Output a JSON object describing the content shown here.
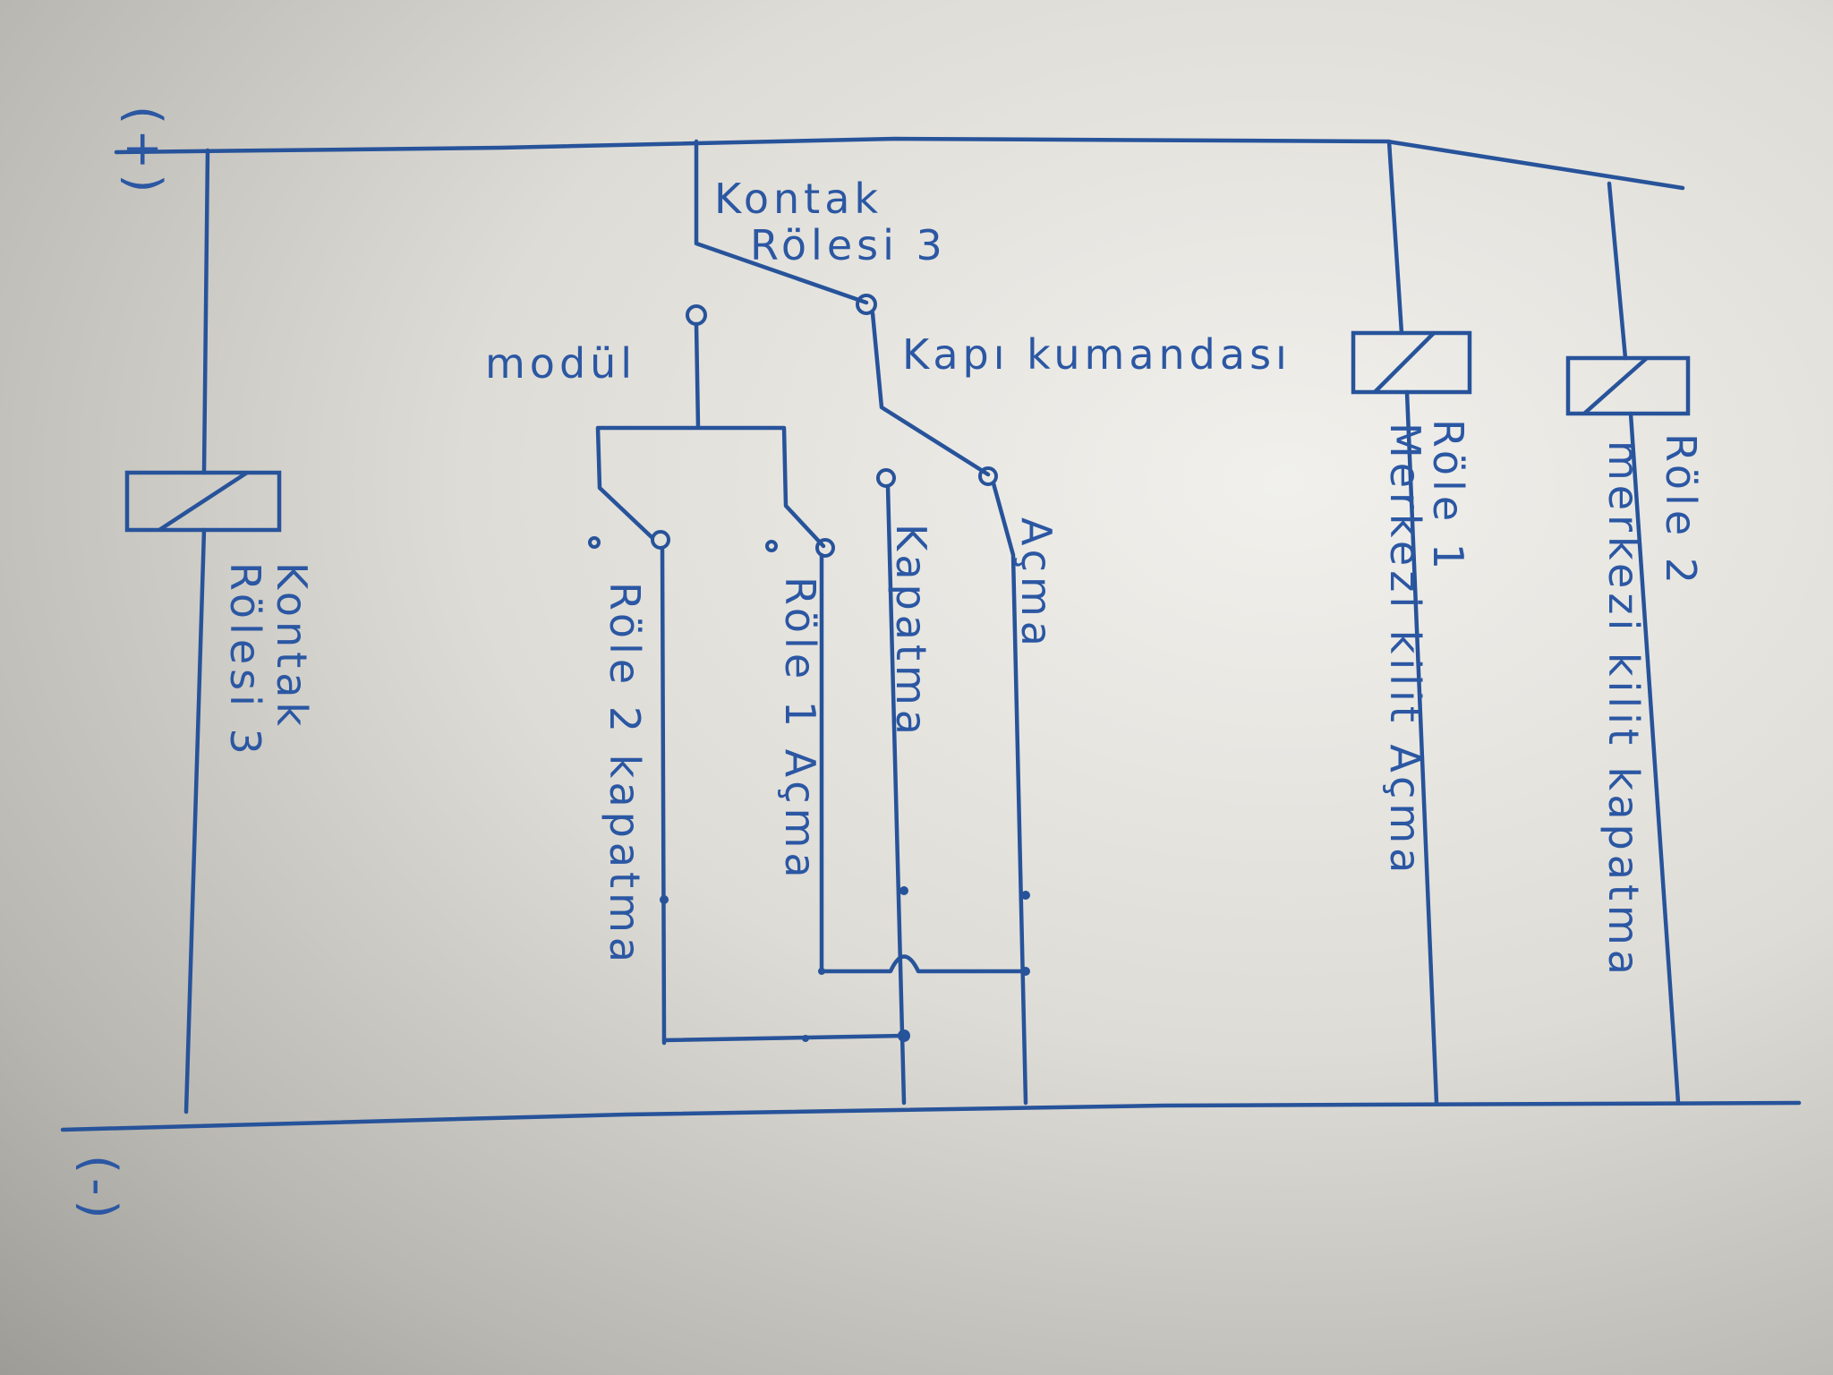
{
  "rails": {
    "positive": "(+)",
    "negative": "(-)"
  },
  "coils": {
    "kontak_rolesi_3": {
      "line1": "Kontak",
      "line2": "Rölesi 3"
    },
    "role_1": {
      "line1": "Röle 1",
      "line2": "Merkezi kilit Açma"
    },
    "role_2": {
      "line1": "Röle 2",
      "line2": "merkezi kilit kapatma"
    }
  },
  "switches": {
    "kontak_rolesi_3": {
      "line1": "Kontak",
      "line2": "Rölesi 3"
    },
    "modul": "modül",
    "kapi_kumandasi": "Kapı kumandası"
  },
  "contacts": {
    "role_2_kapatma": "Röle 2 kapatma",
    "role_1_acma": "Röle 1 Açma",
    "kapatma": "Kapatma",
    "acma": "Açma"
  },
  "colors": {
    "ink": "#27539a",
    "paper": "#e6e4df"
  }
}
